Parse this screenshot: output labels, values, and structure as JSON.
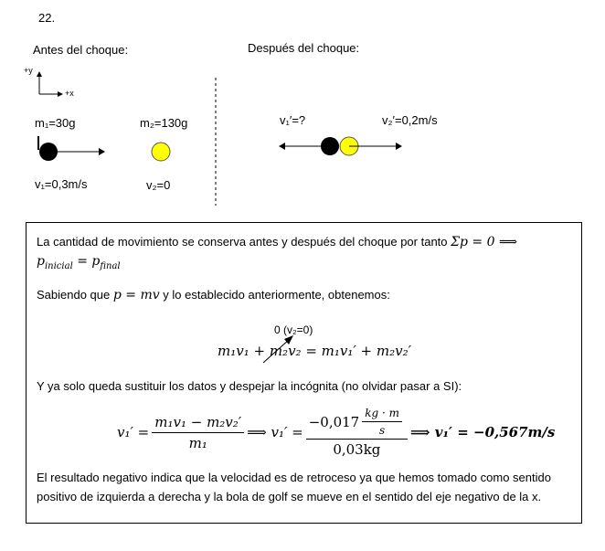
{
  "problem_number": "22.",
  "before": {
    "title": "Antes del choque:",
    "axis_y": "+y",
    "axis_x": "+x",
    "m1": "m₁=30g",
    "m2": "m₂=130g",
    "v1": "v₁=0,3m/s",
    "v2": "v₂=0"
  },
  "after": {
    "title": "Después del choque:",
    "v1p": "v₁′=?",
    "v2p": "v₂′=0,2m/s"
  },
  "colors": {
    "ball1": "#000000",
    "ball2": "#ffff00"
  },
  "solution": {
    "p1_text": "La cantidad de movimiento se conserva antes y después del choque por tanto ",
    "p1_math": "Σp = 0 ⟹",
    "p1_math2": "p",
    "p1_math2_sub1": "inicial",
    "p1_math2_eq": " = p",
    "p1_math2_sub2": "final",
    "p2_a": "Sabiendo que ",
    "p2_math": "p = mv",
    "p2_b": " y lo establecido anteriormente, obtenemos:",
    "annotation": "0 (v₂=0)",
    "eq1": "m₁v₁ + m₂v₂ = m₁v₁′ + m₂v₂′",
    "p3": "Y ya solo queda sustituir los datos y despejar la incógnita (no olvidar pasar a SI):",
    "eq2_lhs": "v₁′ =",
    "eq2_num": "m₁v₁ − m₂v₂′",
    "eq2_den": "m₁",
    "eq2_mid": "⟹ v₁′ =",
    "eq2_num2": "−0,017",
    "eq2_unit_num": "kg · m",
    "eq2_unit_den": "s",
    "eq2_den2": "0,03kg",
    "eq2_result": "⟹ v₁′ = −0,567m/s",
    "p4": "El resultado negativo indica que la velocidad es de retroceso ya que hemos tomado como sentido positivo de izquierda a derecha y la bola de golf se mueve en el sentido del eje negativo de la x."
  }
}
